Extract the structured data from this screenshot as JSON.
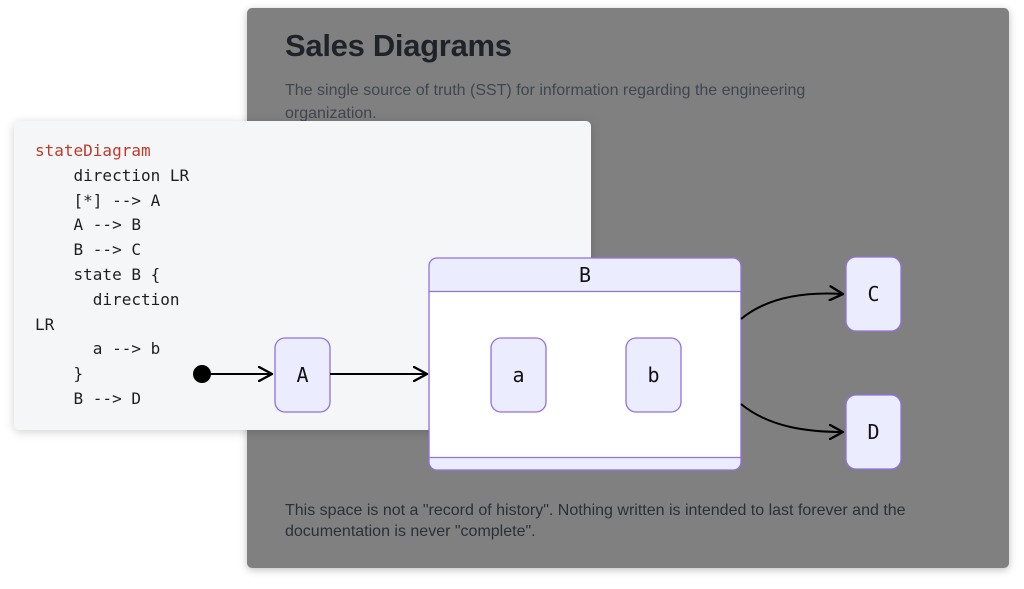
{
  "page": {
    "title": "Sales Diagrams",
    "description": "The single source of truth (SST) for information regarding the engineering organization.",
    "footer": "This space is not a \"record of history\". Nothing written is intended to last forever and the documentation is never \"complete\"."
  },
  "code": {
    "language": "mermaid",
    "lines": [
      "stateDiagram",
      "    direction LR",
      "    [*] --> A",
      "    A --> B",
      "    B --> C",
      "    state B {",
      "      direction",
      "LR",
      "      a --> b",
      "    }",
      "    B --> D"
    ]
  },
  "diagram": {
    "states": {
      "A": "A",
      "B": "B",
      "C": "C",
      "D": "D",
      "a": "a",
      "b": "b"
    },
    "colors": {
      "node_fill": "#ececff",
      "node_stroke": "#9370db",
      "composite_body": "#ffffff",
      "edge": "#000000"
    }
  }
}
